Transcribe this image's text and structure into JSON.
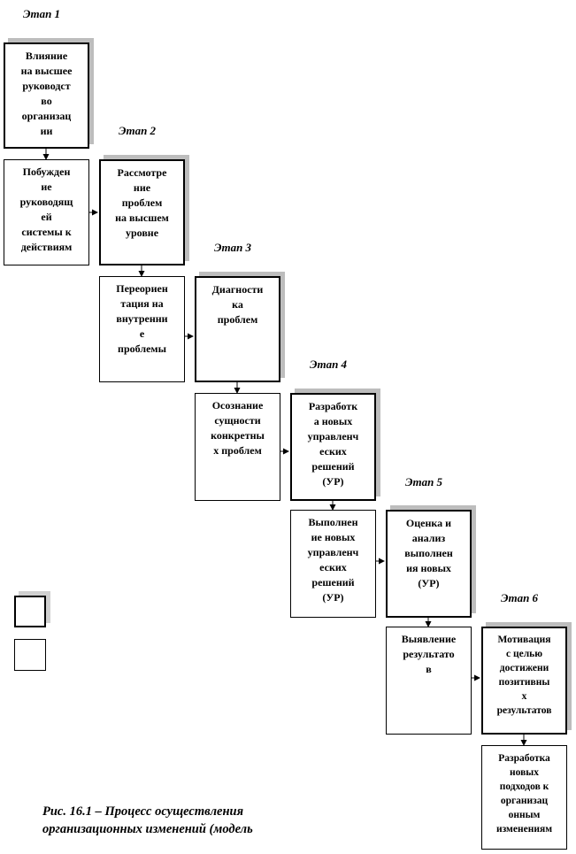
{
  "stages": [
    "Этап 1",
    "Этап 2",
    "Этап 3",
    "Этап 4",
    "Этап 5",
    "Этап 6"
  ],
  "boxes": [
    {
      "id": "b1",
      "kind": "stage",
      "lines": [
        "Влияние",
        "на высшее",
        "руководст",
        "во",
        "организац",
        "ии"
      ]
    },
    {
      "id": "b2",
      "kind": "plain",
      "lines": [
        "Побужден",
        "ие",
        "руководящ",
        "ей",
        "системы к",
        "действиям"
      ]
    },
    {
      "id": "b3",
      "kind": "stage",
      "lines": [
        "Рассмотре",
        "ние",
        "проблем",
        "на высшем",
        "уровне"
      ]
    },
    {
      "id": "b4",
      "kind": "plain",
      "lines": [
        "Переориен",
        "тация на",
        "внутренни",
        "е",
        "проблемы"
      ]
    },
    {
      "id": "b5",
      "kind": "stage",
      "lines": [
        "Диагности",
        "ка",
        "проблем"
      ]
    },
    {
      "id": "b6",
      "kind": "plain",
      "lines": [
        "Осознание",
        "сущности",
        "конкретны",
        "х проблем"
      ]
    },
    {
      "id": "b7",
      "kind": "stage",
      "lines": [
        "Разработк",
        "а новых",
        "управленч",
        "еских",
        "решений",
        "(УР)"
      ]
    },
    {
      "id": "b8",
      "kind": "plain",
      "lines": [
        "Выполнен",
        "ие новых",
        "управленч",
        "еских",
        "решений",
        "(УР)"
      ]
    },
    {
      "id": "b9",
      "kind": "stage",
      "lines": [
        "Оценка и",
        "анализ",
        "выполнен",
        "ия новых",
        "(УР)"
      ]
    },
    {
      "id": "b10",
      "kind": "plain",
      "lines": [
        "Выявление",
        "результато",
        "в"
      ]
    },
    {
      "id": "b11",
      "kind": "stage",
      "lines": [
        "Мотивация",
        "с целью",
        "достижени",
        "позитивны",
        "х",
        "результатов"
      ]
    },
    {
      "id": "b12",
      "kind": "plain",
      "lines": [
        "Разработка",
        "новых",
        "подходов к",
        "организац",
        "онным",
        "изменениям"
      ]
    }
  ],
  "legend": [
    {
      "kind": "stage",
      "text": ""
    },
    {
      "kind": "plain",
      "text": ""
    }
  ],
  "caption": {
    "line1": "Рис. 16.1 – Процесс осуществления",
    "line2": "организационных изменений (модель"
  },
  "colors": {
    "shadow": "#bdbdbd",
    "line": "#000000"
  }
}
